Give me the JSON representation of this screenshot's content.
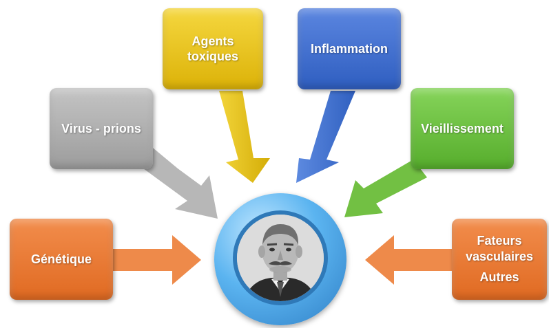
{
  "boxes": {
    "virus": {
      "label": "Virus - prions",
      "color": "#a9a9a9"
    },
    "agents": {
      "label": "Agents\ntoxiques",
      "color": "#e6c10c"
    },
    "inflammation": {
      "label": "Inflammation",
      "color": "#3f6fcf"
    },
    "vieillissement": {
      "label": "Vieillissement",
      "color": "#6cbf3c"
    },
    "genetique": {
      "label": "Génétique",
      "color": "#ec7a33"
    },
    "fateurs": {
      "label_line1": "Fateurs",
      "label_line2": "vasculaires",
      "label_line3": "Autres",
      "color": "#ec7a33"
    }
  },
  "center": {
    "image": "portrait-photo"
  }
}
